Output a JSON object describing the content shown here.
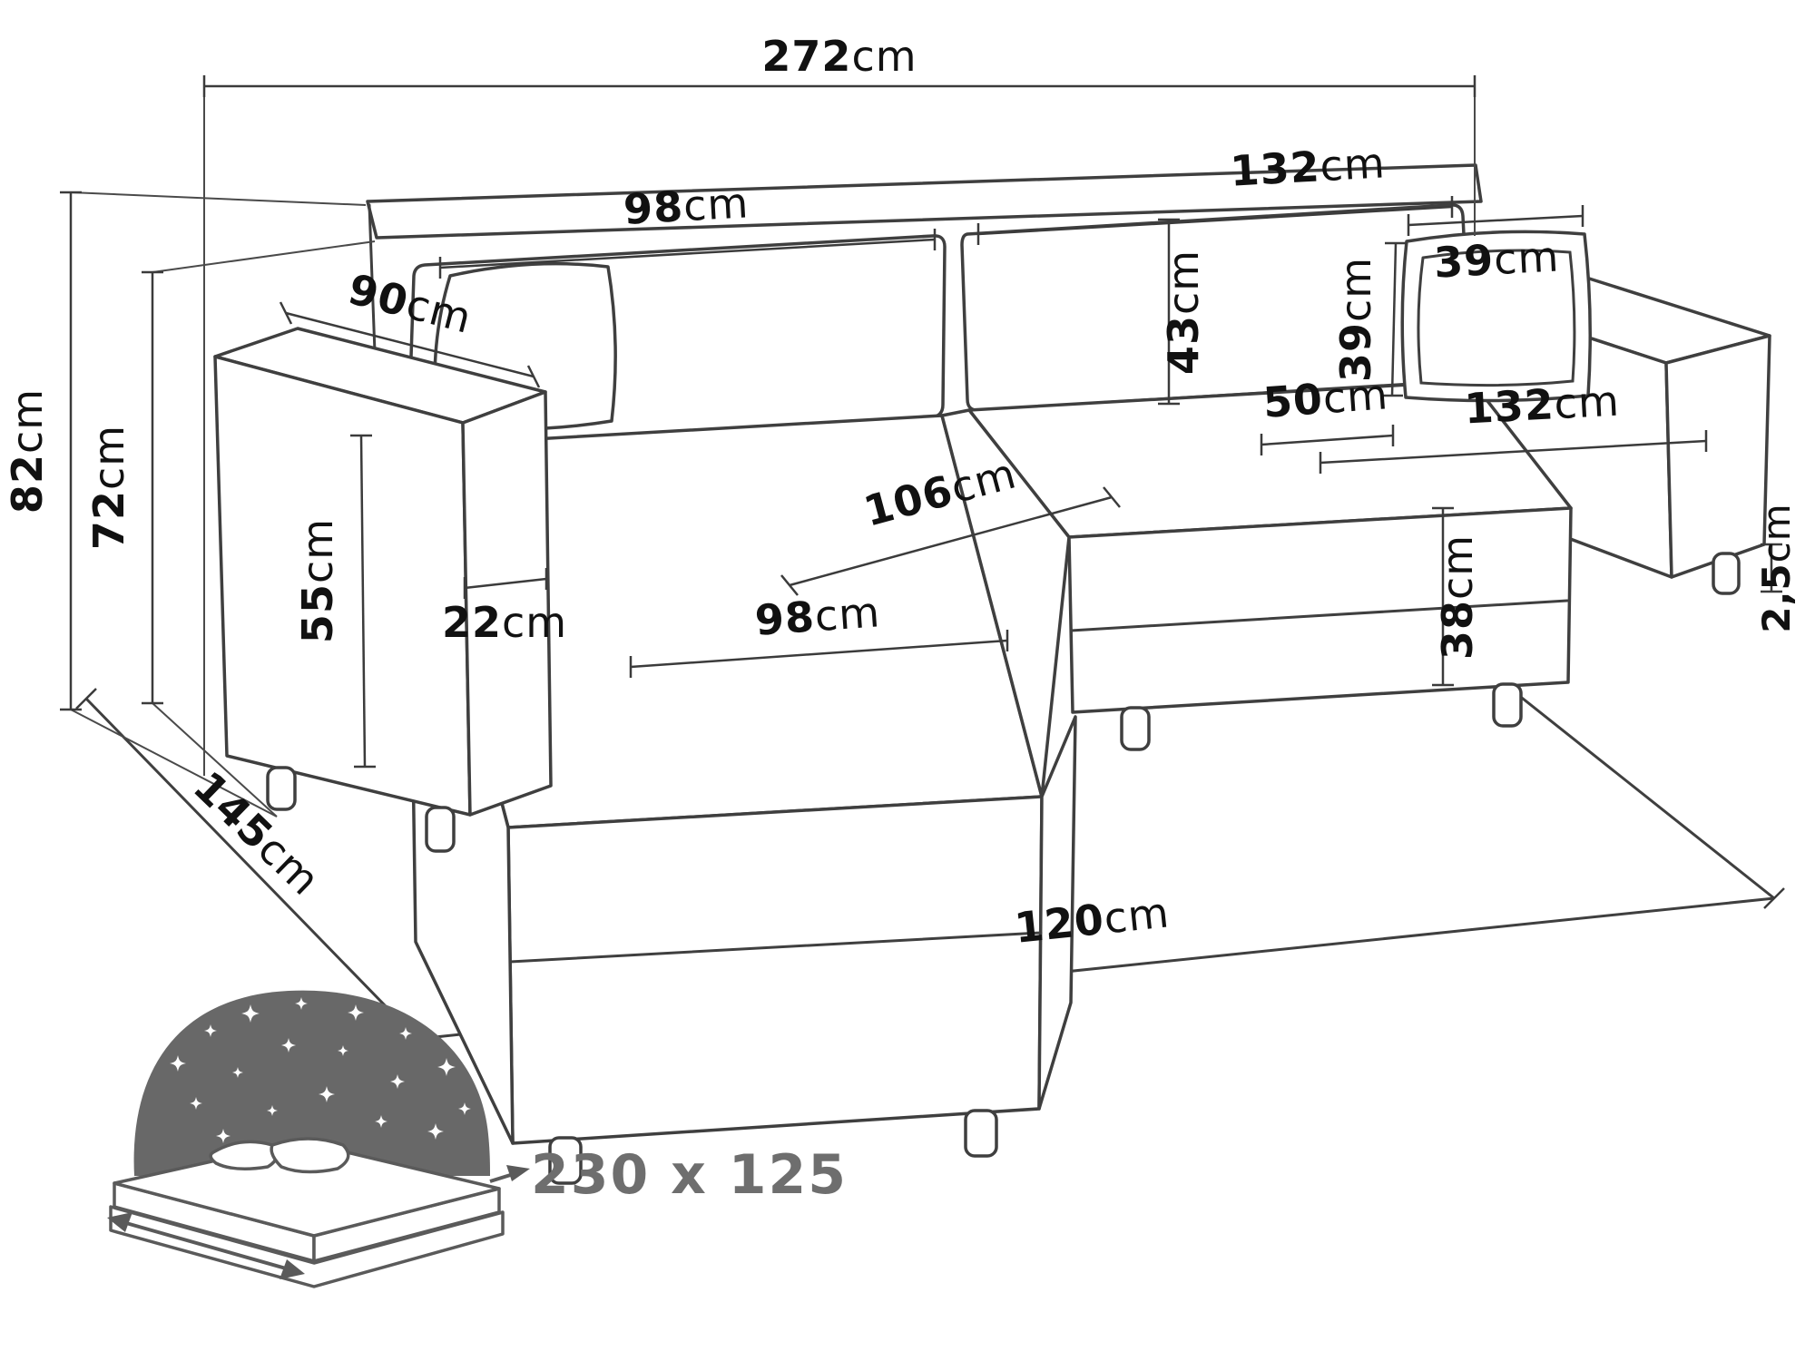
{
  "diagram": {
    "dims": {
      "total_width": {
        "value": "272",
        "unit": "cm"
      },
      "total_height": {
        "value": "82",
        "unit": "cm"
      },
      "back_height": {
        "value": "72",
        "unit": "cm"
      },
      "armrest_depth": {
        "value": "90",
        "unit": "cm"
      },
      "back_cushion_width": {
        "value": "98",
        "unit": "cm"
      },
      "back_right_width": {
        "value": "132",
        "unit": "cm"
      },
      "back_cushion_height": {
        "value": "43",
        "unit": "cm"
      },
      "pillow_width": {
        "value": "39",
        "unit": "cm"
      },
      "pillow_height": {
        "value": "39",
        "unit": "cm"
      },
      "seat_depth": {
        "value": "50",
        "unit": "cm"
      },
      "seat_right_width": {
        "value": "132",
        "unit": "cm"
      },
      "armrest_height": {
        "value": "55",
        "unit": "cm"
      },
      "armrest_width": {
        "value": "22",
        "unit": "cm"
      },
      "seat_diagonal": {
        "value": "106",
        "unit": "cm"
      },
      "chaise_width": {
        "value": "98",
        "unit": "cm"
      },
      "seat_front_height": {
        "value": "38",
        "unit": "cm"
      },
      "leg_height": {
        "value": "2,5",
        "unit": "cm"
      },
      "floor_depth": {
        "value": "145",
        "unit": "cm"
      },
      "floor_width": {
        "value": "120",
        "unit": "cm"
      }
    },
    "sleeping_area": {
      "label": "230 x 125",
      "icon": "sofa-bed-stars-icon"
    },
    "colors": {
      "line": "#3f3f3f",
      "label": "#111111",
      "muted": "#6e6e6e",
      "icon_fill": "#686868"
    }
  }
}
